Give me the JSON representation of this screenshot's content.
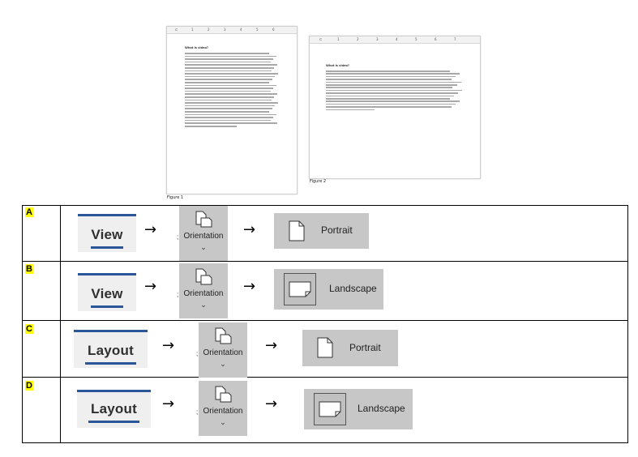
{
  "figure": {
    "page1_title": "What is video?",
    "page2_title": "What is video?",
    "ruler_marks": [
      "1",
      "2",
      "3",
      "4",
      "5",
      "6",
      "7"
    ],
    "caption1": "Figure 1",
    "caption2": "Figure 2"
  },
  "options": [
    {
      "letter": "A",
      "tab": "View",
      "ribbon_label": "Orientation",
      "result": "Portrait"
    },
    {
      "letter": "B",
      "tab": "View",
      "ribbon_label": "Orientation",
      "result": "Landscape"
    },
    {
      "letter": "C",
      "tab": "Layout",
      "ribbon_label": "Orientation",
      "result": "Portrait"
    },
    {
      "letter": "D",
      "tab": "Layout",
      "ribbon_label": "Orientation",
      "result": "Landscape"
    }
  ],
  "arrow_glyph": "→",
  "chevron_glyph": "⌄",
  "dot_glyph": ";",
  "colors": {
    "tab_underline": "#2b579a",
    "highlight": "#ffff00",
    "ribbon_gray": "#c7c7c7"
  },
  "icons": [
    "orientation-icon",
    "portrait-page-icon",
    "landscape-page-icon",
    "right-arrow-icon",
    "chevron-down-icon"
  ]
}
